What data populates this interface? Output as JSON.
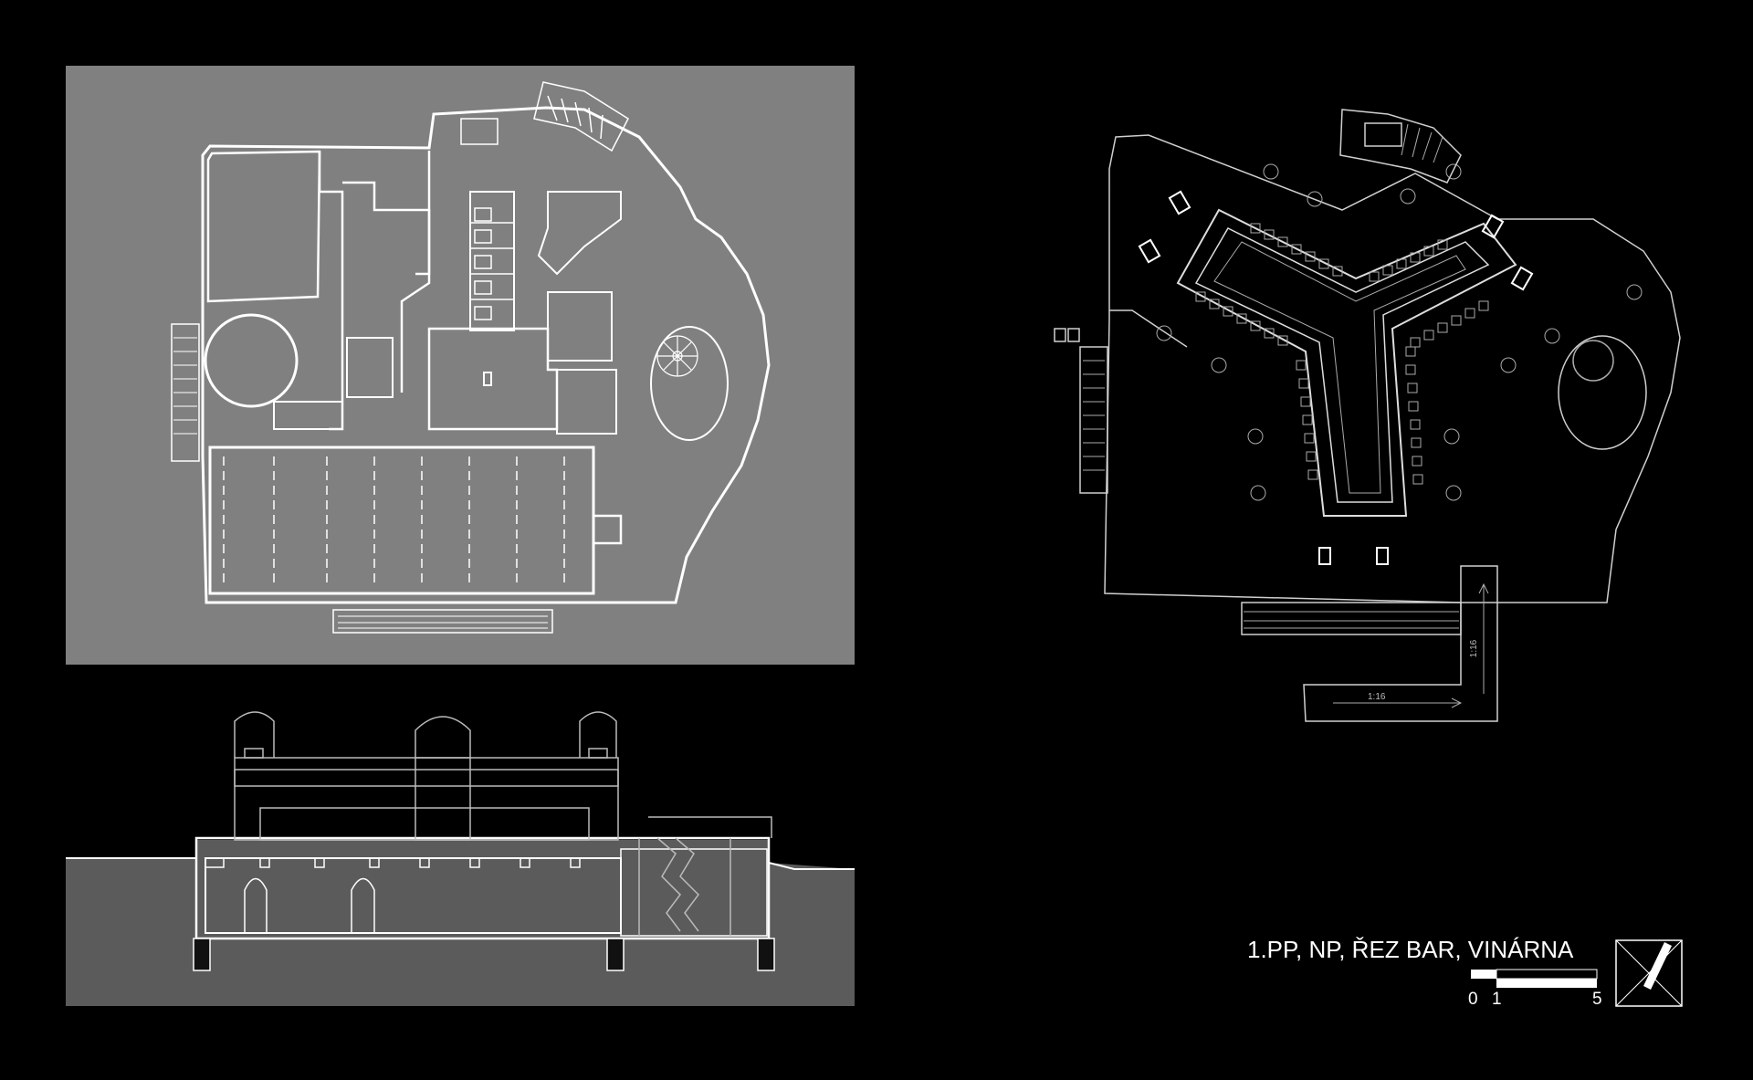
{
  "drawing": {
    "title": "1.PP, NP, ŘEZ  BAR, VINÁRNA",
    "scale": {
      "labels": [
        "0",
        "1",
        "5"
      ]
    },
    "ramp_label_horizontal": "1:16",
    "ramp_label_vertical": "1:16"
  },
  "colors": {
    "background": "#000000",
    "plan_panel": "#808080",
    "section_ground": "#5b5b5b",
    "line": "#ffffff"
  }
}
